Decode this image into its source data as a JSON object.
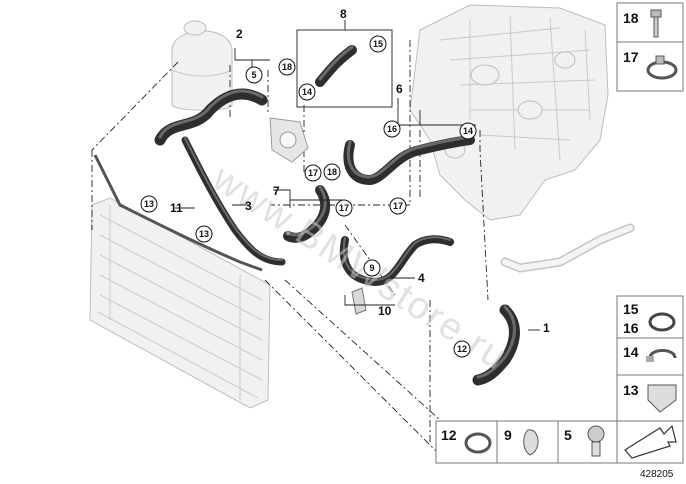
{
  "watermark": "www.BMWstore.ru",
  "reference_number": "428205",
  "callouts": {
    "n1": "1",
    "n2": "2",
    "n3": "3",
    "n4": "4",
    "n6": "6",
    "n7": "7",
    "n8": "8",
    "n10": "10",
    "n11": "11",
    "c5": "5",
    "c9": "9",
    "c12": "12",
    "c13a": "13",
    "c13b": "13",
    "c14a": "14",
    "c14b": "14",
    "c15": "15",
    "c16": "16",
    "c17a": "17",
    "c17b": "17",
    "c17c": "17",
    "c18a": "18",
    "c18b": "18"
  },
  "legend": {
    "p18": "18",
    "p17": "17",
    "p15": "15",
    "p16": "16",
    "p14": "14",
    "p13": "13",
    "p12": "12",
    "p9": "9",
    "p5": "5"
  }
}
